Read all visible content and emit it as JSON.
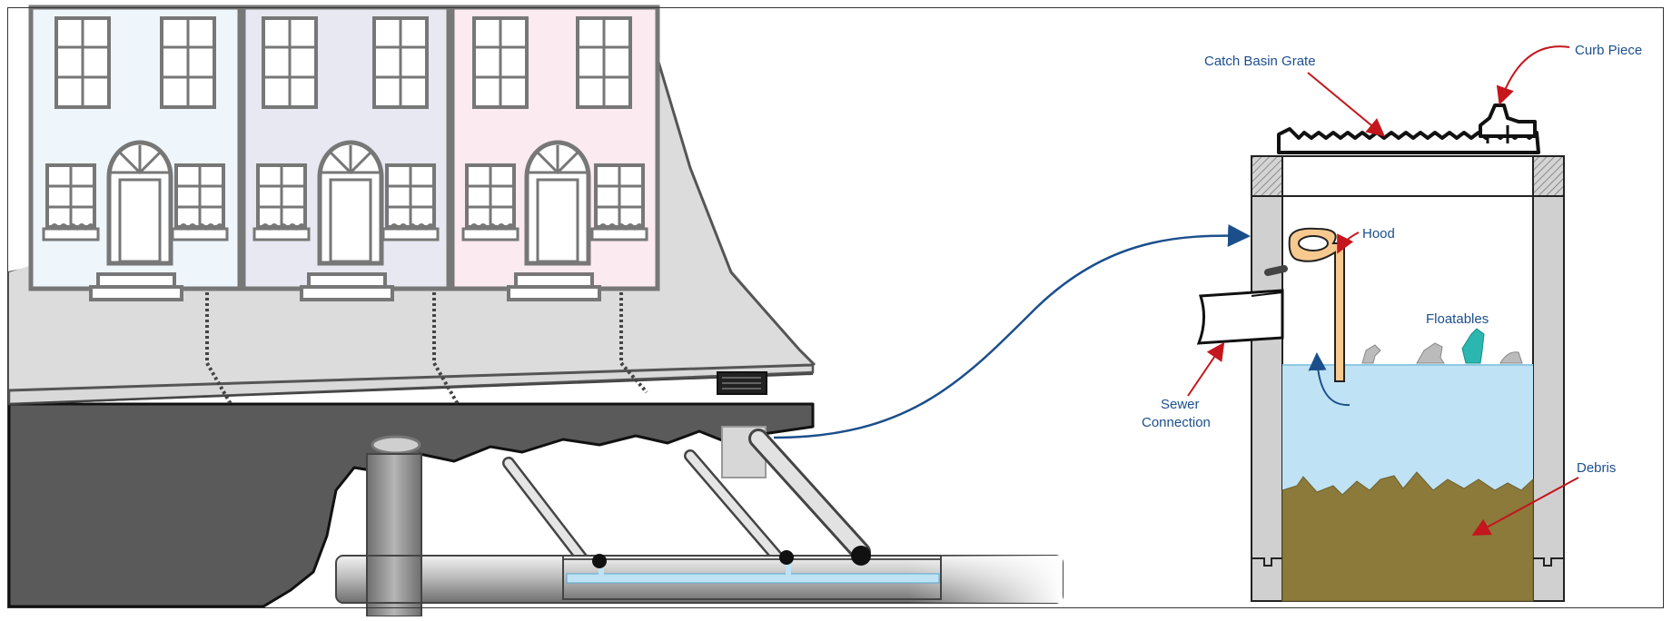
{
  "labels": {
    "catch_basin_grate": "Catch Basin Grate",
    "curb_piece": "Curb Piece",
    "hood": "Hood",
    "floatables": "Floatables",
    "sewer_connection_line1": "Sewer",
    "sewer_connection_line2": "Connection",
    "debris": "Debris"
  },
  "colors": {
    "label_text": "#1b4f8c",
    "arrow_red": "#c4161c",
    "arrow_blue": "#1b4f8c",
    "water": "#bfe3f4",
    "debris": "#8b7a3a",
    "concrete": "#d0d0d0",
    "house_blue": "#eef6fb",
    "house_lavender": "#e8e8f3",
    "house_pink": "#fbeaf0",
    "hood": "#f7c98f"
  },
  "icons": {
    "grate": "storm-drain-grate-icon",
    "manhole": "manhole-cover-icon"
  }
}
